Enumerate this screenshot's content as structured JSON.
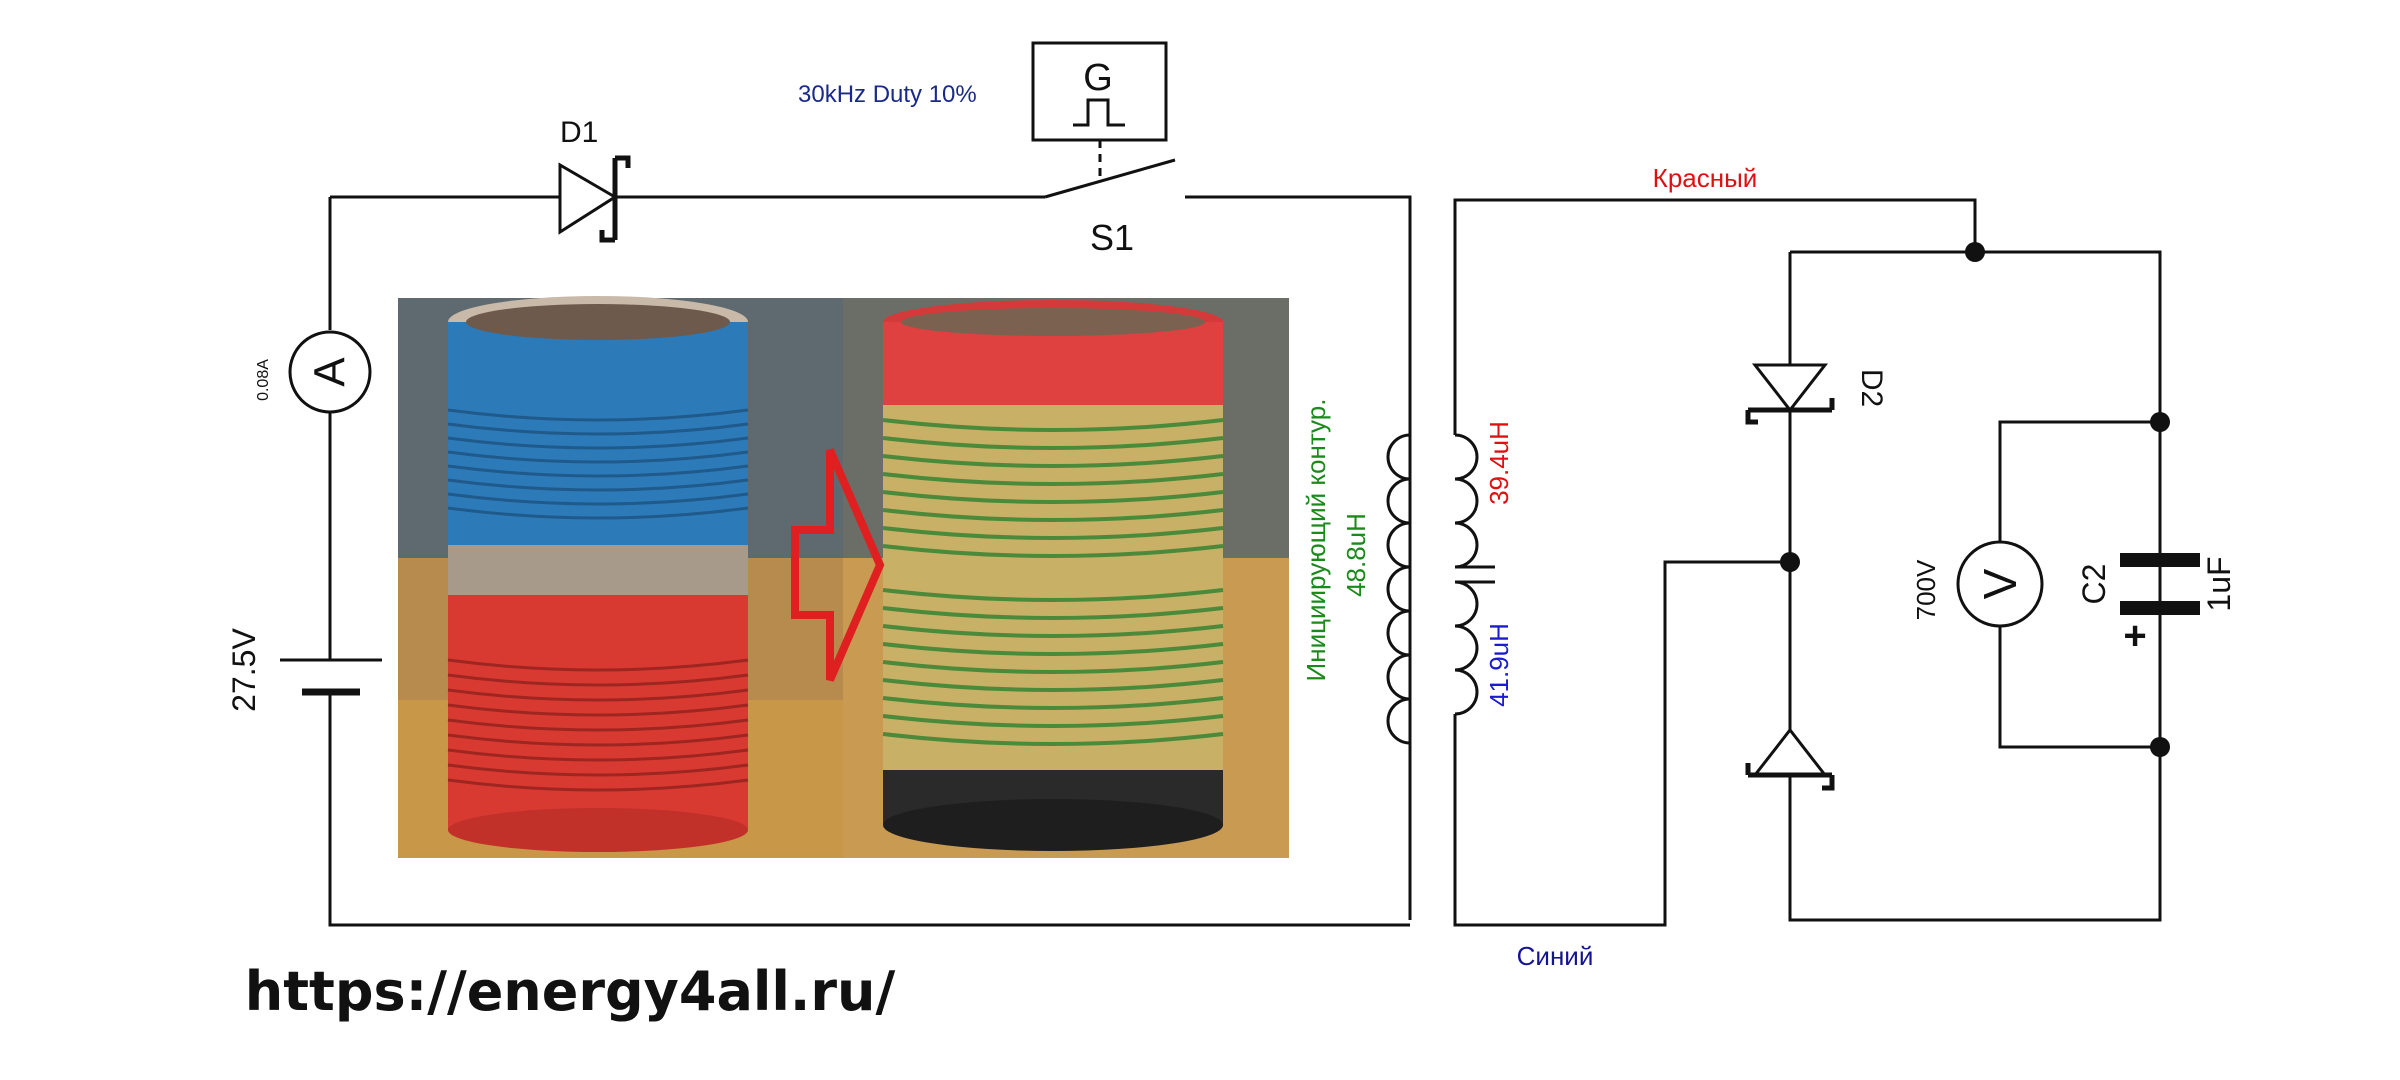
{
  "labels": {
    "diode1": "D1",
    "generator_symbol": "G",
    "generator_info": "30kHz Duty 10%",
    "switch": "S1",
    "ammeter_symbol": "A",
    "ammeter_reading": "0.08A",
    "battery_voltage": "27.5V",
    "primary_caption_line1": "Инициирующий  контур.",
    "primary_caption_line2": "48.8uH",
    "secondary_upper": "39.4uH",
    "secondary_lower": "41.9uH",
    "wire_red": "Красный",
    "wire_blue": "Синий",
    "diode2": "D2",
    "voltmeter_symbol": "V",
    "voltmeter_reading": "700V",
    "capacitor_name": "C2",
    "capacitor_value": "1uF",
    "capacitor_polarity": "+",
    "website": "https://energy4all.ru/"
  },
  "colors": {
    "wire": "#111111",
    "generator_info": "#1a2a8a",
    "red_label": "#e01010",
    "blue_label": "#1a1ad0",
    "green_label": "#1a8a1a",
    "blue_wire_label": "#141490",
    "arrow": "#e02020"
  }
}
